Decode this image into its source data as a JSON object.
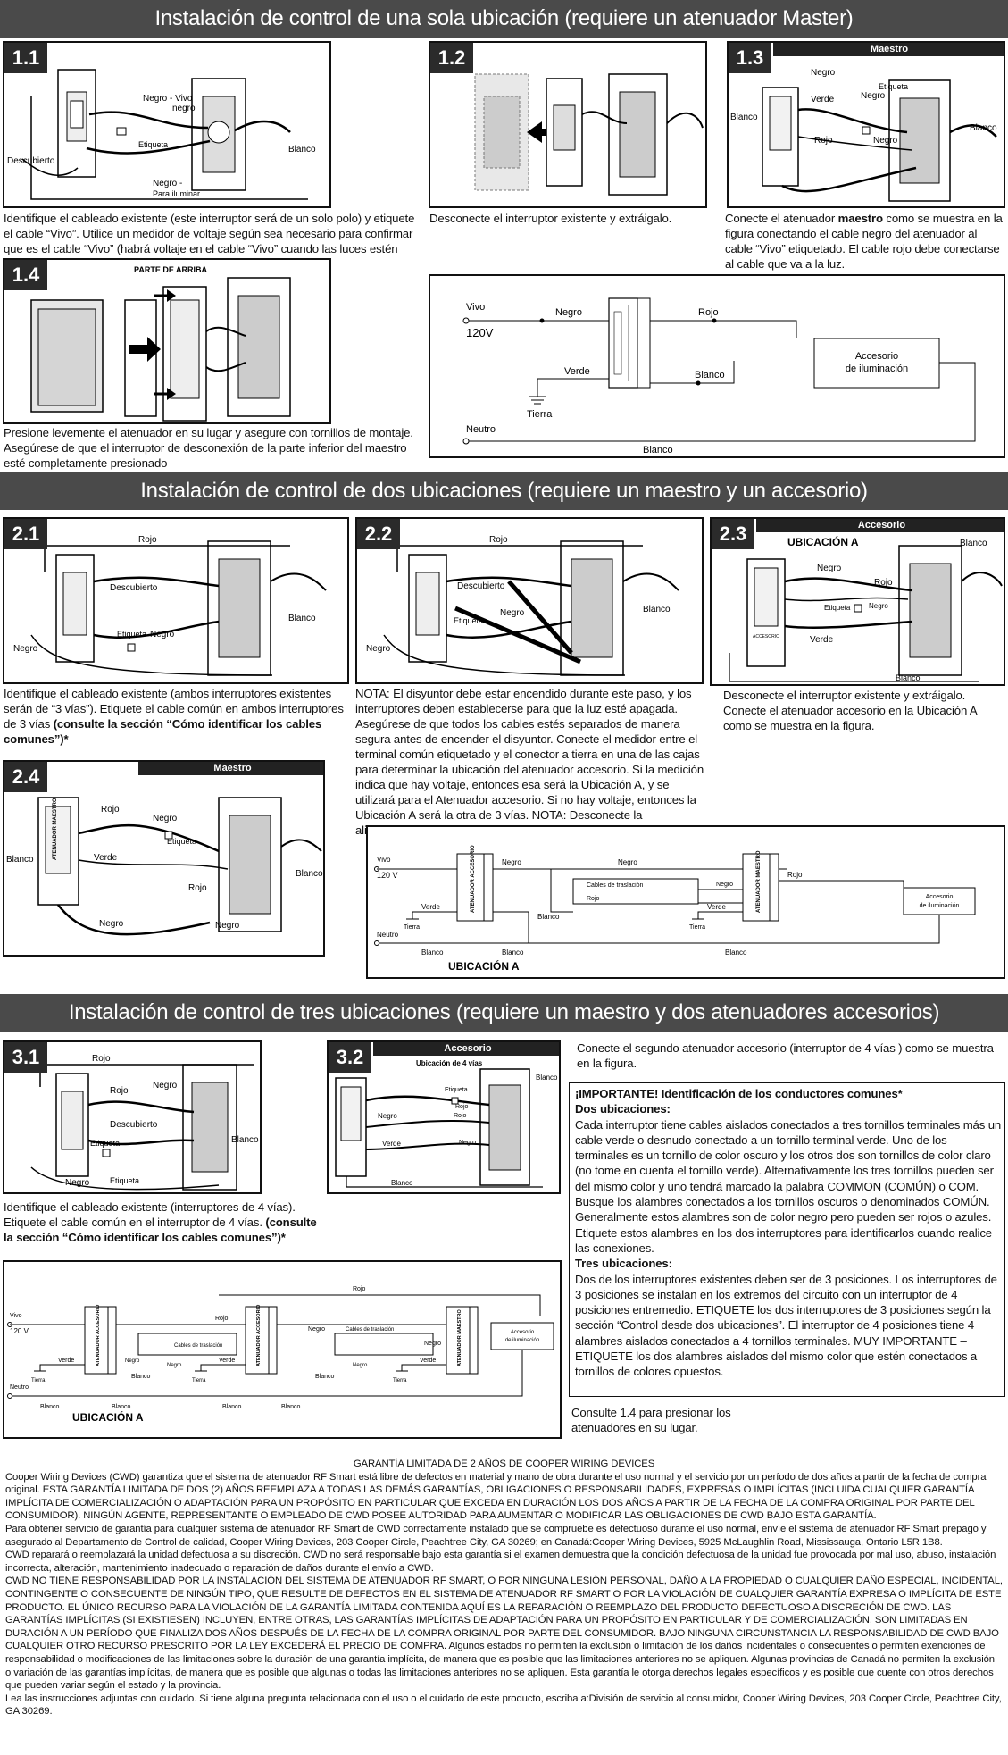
{
  "sections": {
    "s1": "Instalación de control de una sola ubicación (requiere un atenuador Master)",
    "s2": "Instalación de control de dos ubicaciones (requiere un maestro y un accesorio)",
    "s3": "Instalación de control de tres ubicaciones (requiere un maestro y dos atenuadores accesorios)"
  },
  "steps": {
    "s11": {
      "num": "1.1",
      "labels": {
        "negro_vivo": "Negro - Vivo",
        "negro2": "negro",
        "etiqueta": "Etiqueta",
        "descubierto": "Descubierto",
        "blanco": "Blanco",
        "negro_iluminar": "Negro -",
        "para_iluminar": "Para iluminar"
      },
      "caption": "Identifique el cableado existente (este interruptor será de un solo polo) y etiquete el cable “Vivo”. Utilice un medidor de voltaje según sea necesario para confirmar que es el cable “Vivo” (habrá voltaje en el cable “Vivo” cuando las luces estén apagadas)."
    },
    "s12": {
      "num": "1.2",
      "caption": "Desconecte el interruptor existente y extráigalo."
    },
    "s13": {
      "num": "1.3",
      "band": "Maestro",
      "labels": {
        "negro": "Negro",
        "etiqueta": "Etiqueta",
        "negro2": "Negro",
        "verde": "Verde",
        "blanco": "Blanco",
        "blanco2": "Blanco",
        "rojo": "Rojo",
        "negro3": "Negro"
      },
      "caption_pre": "Conecte el atenuador ",
      "caption_bold": "maestro",
      "caption_post": " como se muestra en la figura conectando el cable negro del atenuador al cable “Vivo” etiquetado. El cable rojo debe conectarse al cable que va a la luz."
    },
    "s14": {
      "num": "1.4",
      "top_label": "PARTE DE ARRIBA",
      "caption": "Presione levemente el atenuador en su lugar y asegure con tornillos de montaje. Asegúrese de que el interruptor de desconexión de la parte inferior del maestro esté completamente presionado"
    },
    "schem1": {
      "vivo": "Vivo",
      "v120": "120V",
      "negro": "Negro",
      "rojo": "Rojo",
      "blanco": "Blanco",
      "verde": "Verde",
      "tierra": "Tierra",
      "neutro": "Neutro",
      "blanco2": "Blanco",
      "acc1": "Accesorio",
      "acc2": "de iluminación"
    },
    "s21": {
      "num": "2.1",
      "labels": {
        "rojo": "Rojo",
        "descubierto": "Descubierto",
        "etiqueta": "Etiqueta",
        "negro": "Negro",
        "negro2": "Negro",
        "blanco": "Blanco"
      },
      "caption_pre": "Identifique el cableado existente (ambos interruptores existentes serán de “3 vías”). Etiquete el cable común en ambos interruptores de 3 vías ",
      "caption_bold": "(consulte la sección “Cómo identificar los cables comunes”)",
      "caption_post": "*"
    },
    "s22": {
      "num": "2.2",
      "labels": {
        "rojo": "Rojo",
        "descubierto": "Descubierto",
        "etiqueta": "Etiqueta",
        "negro": "Negro",
        "negro2": "Negro",
        "blanco": "Blanco"
      },
      "caption": "NOTA: El disyuntor debe estar encendido durante este paso, y los interruptores deben establecerse para que la luz esté apagada. Asegúrese de que todos los cables estés separados de manera segura antes de encender el disyuntor. Conecte el medidor entre el terminal común etiquetado y el conector a tierra en una de las cajas para determinar la ubicación del atenuador accesorio. Si la medición indica que hay voltaje, entonces esa será la Ubicación A, y se utilizará para el Atenuador accesorio. Si no hay voltaje, entonces la Ubicación A será la otra de 3 vías. NOTA: Desconecte la alimentación después de este paso."
    },
    "s23": {
      "num": "2.3",
      "band": "Accesorio",
      "sub": "UBICACIÓN A",
      "labels": {
        "negro": "Negro",
        "rojo": "Rojo",
        "etiqueta": "Etiqueta",
        "negro2": "Negro",
        "verde": "Verde",
        "blanco": "Blanco",
        "blanco2": "Blanco",
        "accesorio": "ACCESORIO"
      },
      "caption": "Desconecte el interruptor existente y extráigalo. Conecte el atenuador accesorio en la Ubicación A como se muestra en la figura."
    },
    "s24": {
      "num": "2.4",
      "band": "Maestro",
      "labels": {
        "rojo": "Rojo",
        "negro": "Negro",
        "etiqueta": "Etiqueta",
        "verde": "Verde",
        "blanco": "Blanco",
        "blanco2": "Blanco",
        "rojo2": "Rojo",
        "negro2": "Negro",
        "negro3": "Negro",
        "device": "ATENUADOR MAESTRO"
      }
    },
    "schem2": {
      "vivo": "Vivo",
      "v120": "120 V",
      "negro": "Negro",
      "negro2": "Negro",
      "cables": "Cables de traslación",
      "rojo": "Rojo",
      "negro3": "Negro",
      "rojo2": "Rojo",
      "verde": "Verde",
      "verde2": "Verde",
      "tierra": "Tierra",
      "tierra2": "Tierra",
      "blanco": "Blanco",
      "neutro": "Neutro",
      "blanco2": "Blanco",
      "blanco3": "Blanco",
      "blanco4": "Blanco",
      "acc1": "Accesorio",
      "acc2": "de iluminación",
      "dev1": "ATENUADOR ACCESORIO",
      "dev2": "ATENUADOR MAESTRO",
      "ubic": "UBICACIÓN A"
    },
    "s31": {
      "num": "3.1",
      "labels": {
        "rojo": "Rojo",
        "rojo2": "Rojo",
        "negro": "Negro",
        "descubierto": "Descubierto",
        "etiqueta": "Etiqueta",
        "blanco": "Blanco",
        "negro2": "Negro",
        "etiqueta2": "Etiqueta"
      },
      "caption_pre": "Identifique el cableado existente (interruptores de 4 vías). Etiquete el cable común en el interruptor de 4 vías. ",
      "caption_bold": "(consulte la sección “Cómo identificar los cables comunes”)",
      "caption_post": "*"
    },
    "s32": {
      "num": "3.2",
      "band": "Accesorio",
      "sub": "Ubicación de 4 vías",
      "labels": {
        "etiqueta": "Etiqueta",
        "blanco": "Blanco",
        "negro": "Negro",
        "rojo": "Rojo",
        "rojo2": "Rojo",
        "verde": "Verde",
        "negro2": "Negro",
        "blanco2": "Blanco"
      },
      "caption": "Conecte el segundo atenuador accesorio (interruptor de 4 vías ) como se muestra en la figura."
    },
    "schem3": {
      "vivo": "Vivo",
      "v120": "120 V",
      "rojo": "Rojo",
      "rojo2": "Rojo",
      "cables": "Cables de traslación",
      "cables2": "Cables de traslación",
      "negro": "Negro",
      "negro2": "Negro",
      "negro3": "Negro",
      "negro4": "Negro",
      "negro5": "Negro",
      "verde": "Verde",
      "verde2": "Verde",
      "verde3": "Verde",
      "tierra": "Tierra",
      "tierra2": "Tierra",
      "tierra3": "Tierra",
      "blanco": "Blanco",
      "blanco2": "Blanco",
      "blanco3": "Blanco",
      "blanco4": "Blanco",
      "blanco5": "Blanco",
      "blanco6": "Blanco",
      "neutro": "Neutro",
      "acc1": "Accesorio",
      "acc2": "de iluminación",
      "dev1": "ATENUADOR ACCESORIO",
      "dev2": "ATENUADOR ACCESORIO",
      "dev3": "ATENUADOR MAESTRO",
      "ubic": "UBICACIÓN A"
    }
  },
  "important": {
    "title": "¡IMPORTANTE! Identificación de los conductores comunes*",
    "dos_title": "Dos ubicaciones:",
    "dos_text": "Cada interruptor tiene cables aislados conectados a tres tornillos terminales más un cable verde o desnudo conectado a un tornillo terminal verde. Uno de los terminales es un tornillo de color oscuro y los otros dos son tornillos de color claro (no tome en cuenta el tornillo verde). Alternativamente los tres tornillos pueden ser del mismo color y uno tendrá marcado la palabra COMMON (COMÚN) o COM. Busque los alambres conectados a los tornillos oscuros o denominados COMÚN. Generalmente estos alambres son de color negro pero pueden ser rojos o azules. Etiquete estos alambres en los dos interruptores para identificarlos cuando realice las conexiones.",
    "tres_title": "Tres ubicaciones:",
    "tres_text": "Dos de los interruptores existentes deben ser de 3 posiciones. Los interruptores de 3 posiciones se instalan en los extremos del circuito con un interruptor de 4 posiciones entremedio. ETIQUETE los dos interruptores de 3 posiciones según la sección “Control desde dos ubicaciones”. El interruptor de 4 posiciones tiene 4 alambres aislados conectados a 4 tornillos terminales. MUY IMPORTANTE – ETIQUETE los dos alambres aislados del mismo color que estén conectados a tornillos de colores opuestos.",
    "consulte": "Consulte 1.4 para presionar los atenuadores en su lugar."
  },
  "warranty": {
    "title": "GARANTÍA LIMITADA DE 2 AÑOS DE COOPER WIRING DEVICES",
    "p1": "Cooper Wiring Devices (CWD) garantiza que el sistema de atenuador RF Smart está libre de defectos en material y mano de obra durante el uso normal y el servicio por un período de dos años a partir de la fecha de compra original. ESTA GARANTÍA LIMITADA DE DOS (2) AÑOS REEMPLAZA A TODAS LAS DEMÁS GARANTÍAS, OBLIGACIONES O RESPONSABILIDADES, EXPRESAS O IMPLÍCITAS (INCLUIDA CUALQUIER GARANTÍA IMPLÍCITA DE COMERCIALIZACIÓN O ADAPTACIÓN PARA UN PROPÓSITO EN PARTICULAR QUE EXCEDA EN DURACIÓN LOS DOS AÑOS A PARTIR DE LA FECHA DE LA COMPRA ORIGINAL POR PARTE DEL CONSUMIDOR). NINGÚN AGENTE, REPRESENTANTE O EMPLEADO DE CWD POSEE AUTORIDAD PARA AUMENTAR O MODIFICAR LAS OBLIGACIONES DE CWD BAJO ESTA GARANTÍA.",
    "p2": "Para obtener servicio de garantía para cualquier sistema de atenuador RF Smart de CWD correctamente instalado que se compruebe es defectuoso durante el uso normal, envíe el sistema de atenuador RF Smart prepago y asegurado al Departamento de Control de calidad, Cooper Wiring Devices, 203 Cooper Circle, Peachtree City, GA 30269; en Canadá:Cooper Wiring Devices, 5925 McLaughlin Road, Mississauga, Ontario L5R 1B8.",
    "p3": "CWD reparará o reemplazará la unidad defectuosa a su discreción. CWD no será responsable bajo esta garantía si el examen demuestra que la condición defectuosa de la unidad fue provocada por mal uso, abuso, instalación incorrecta, alteración, mantenimiento inadecuado o reparación de daños durante el envío a CWD.",
    "p4": "CWD NO TIENE RESPONSABILIDAD POR LA INSTALACIÓN DEL SISTEMA DE ATENUADOR RF SMART, O POR NINGUNA LESIÓN PERSONAL, DAÑO A LA PROPIEDAD O CUALQUIER DAÑO ESPECIAL, INCIDENTAL, CONTINGENTE O CONSECUENTE DE NINGÚN TIPO, QUE RESULTE DE DEFECTOS EN EL SISTEMA DE ATENUADOR RF SMART O POR LA VIOLACIÓN DE CUALQUIER GARANTÍA EXPRESA O IMPLÍCITA DE ESTE PRODUCTO. EL ÚNICO RECURSO PARA LA VIOLACIÓN DE LA GARANTÍA LIMITADA CONTENIDA AQUÍ ES LA REPARACIÓN O REEMPLAZO DEL PRODUCTO DEFECTUOSO A DISCRECIÓN DE CWD. LAS GARANTÍAS IMPLÍCITAS (SI EXISTIESEN) INCLUYEN, ENTRE OTRAS, LAS GARANTÍAS IMPLÍCITAS DE ADAPTACIÓN PARA UN PROPÓSITO EN PARTICULAR Y DE COMERCIALIZACIÓN, SON LIMITADAS EN DURACIÓN A UN PERÍODO QUE FINALIZA DOS AÑOS DESPUÉS DE LA FECHA DE LA COMPRA ORIGINAL POR PARTE DEL CONSUMIDOR. BAJO NINGUNA CIRCUNSTANCIA LA RESPONSABILIDAD DE CWD BAJO CUALQUIER OTRO RECURSO PRESCRITO POR LA LEY EXCEDERÁ EL PRECIO DE COMPRA. Algunos estados no permiten la exclusión o limitación de los daños incidentales o consecuentes o permiten exenciones de responsabilidad o modificaciones de las limitaciones sobre la duración de una garantía implícita, de manera que es posible que las limitaciones anteriores no se apliquen. Algunas provincias de Canadá no permiten la exclusión o variación de las garantías implícitas, de manera que es posible que algunas o todas las limitaciones anteriores no se apliquen. Esta garantía le otorga derechos legales específicos y es posible que cuente con otros derechos que pueden variar según el estado y la provincia.",
    "p5": "Lea las instrucciones adjuntas con cuidado. Si tiene alguna pregunta relacionada con el uso o el cuidado de este producto, escriba a:División de servicio al consumidor, Cooper Wiring Devices, 203 Cooper Circle, Peachtree City, GA 30269."
  },
  "colors": {
    "header": "#4a4a4a",
    "step_badge": "#2b2b2b"
  }
}
